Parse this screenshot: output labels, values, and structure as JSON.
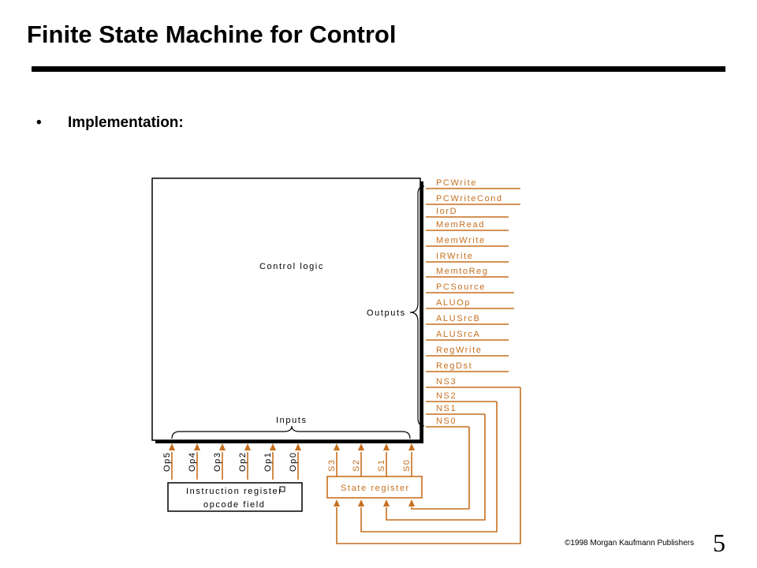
{
  "title": "Finite State Machine for Control",
  "bullet": "Implementation:",
  "diagram": {
    "control_logic": "Control logic",
    "outputs_label": "Outputs",
    "inputs_label": "Inputs",
    "outputs": [
      "PCWrite",
      "PCWriteCond",
      "IorD",
      "MemRead",
      "MemWrite",
      "IRWrite",
      "MemtoReg",
      "PCSource",
      "ALUOp",
      "ALUSrcB",
      "ALUSrcA",
      "RegWrite",
      "RegDst",
      "NS3",
      "NS2",
      "NS1",
      "NS0"
    ],
    "op_inputs": [
      "Op5",
      "Op4",
      "Op3",
      "Op2",
      "Op1",
      "Op0"
    ],
    "state_inputs": [
      "S3",
      "S2",
      "S1",
      "S0"
    ],
    "instruction_register": [
      "Instruction register",
      "opcode field"
    ],
    "state_register": "State register",
    "colors": {
      "wire": "#c66f1e",
      "box": "#000000"
    }
  },
  "footer": {
    "copyright": "©1998 Morgan Kaufmann Publishers",
    "page": "5"
  }
}
